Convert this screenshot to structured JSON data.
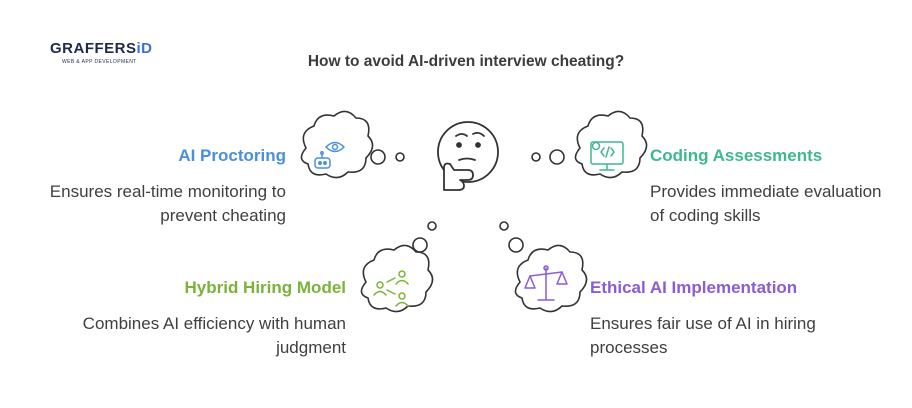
{
  "logo": {
    "main": "GRAFFERS",
    "suffix": "iD",
    "tagline": "WEB & APP DEVELOPMENT"
  },
  "title": "How to avoid AI-driven interview cheating?",
  "nodes": {
    "ai_proctoring": {
      "label": "AI Proctoring",
      "description": "Ensures real-time monitoring to prevent cheating",
      "color": "#4a8fdc"
    },
    "coding_assessments": {
      "label": "Coding Assessments",
      "description": "Provides immediate evaluation of coding skills",
      "color": "#3fb88e"
    },
    "hybrid_hiring": {
      "label": "Hybrid Hiring Model",
      "description": "Combines AI efficiency with human judgment",
      "color": "#7bb23a"
    },
    "ethical_ai": {
      "label": "Ethical AI Implementation",
      "description": "Ensures fair use of AI in hiring processes",
      "color": "#8a5cd6"
    }
  },
  "icons": {
    "center": "thinking-face-icon",
    "ai_proctoring": "robot-eye-icon",
    "coding_assessments": "code-monitor-icon",
    "hybrid_hiring": "people-network-icon",
    "ethical_ai": "balance-scale-icon"
  }
}
